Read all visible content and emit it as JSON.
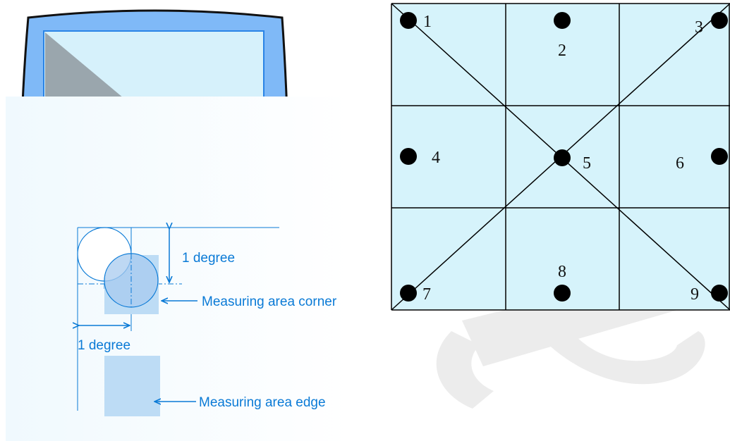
{
  "colors": {
    "monitor_blue": "#7fb9f7",
    "monitor_outline": "#111111",
    "screen_fill": "#d6f1fb",
    "screen_stroke": "#2a84e6",
    "dimension_blue": "#0a7ad6",
    "area_fill": "#bddcf5",
    "grid_fill": "#d6f3fb",
    "grid_lines": "#000000",
    "watermark_gray": "#ececec"
  },
  "detail": {
    "vertical_dimension_label": "1 degree",
    "horizontal_dimension_label": "1 degree",
    "corner_label": "Measuring area corner",
    "edge_label": "Measuring area edge"
  },
  "grid": {
    "rows": 3,
    "columns": 3,
    "points": [
      {
        "label": "1"
      },
      {
        "label": "2"
      },
      {
        "label": "3"
      },
      {
        "label": "4"
      },
      {
        "label": "5"
      },
      {
        "label": "6"
      },
      {
        "label": "7"
      },
      {
        "label": "8"
      },
      {
        "label": "9"
      }
    ]
  }
}
